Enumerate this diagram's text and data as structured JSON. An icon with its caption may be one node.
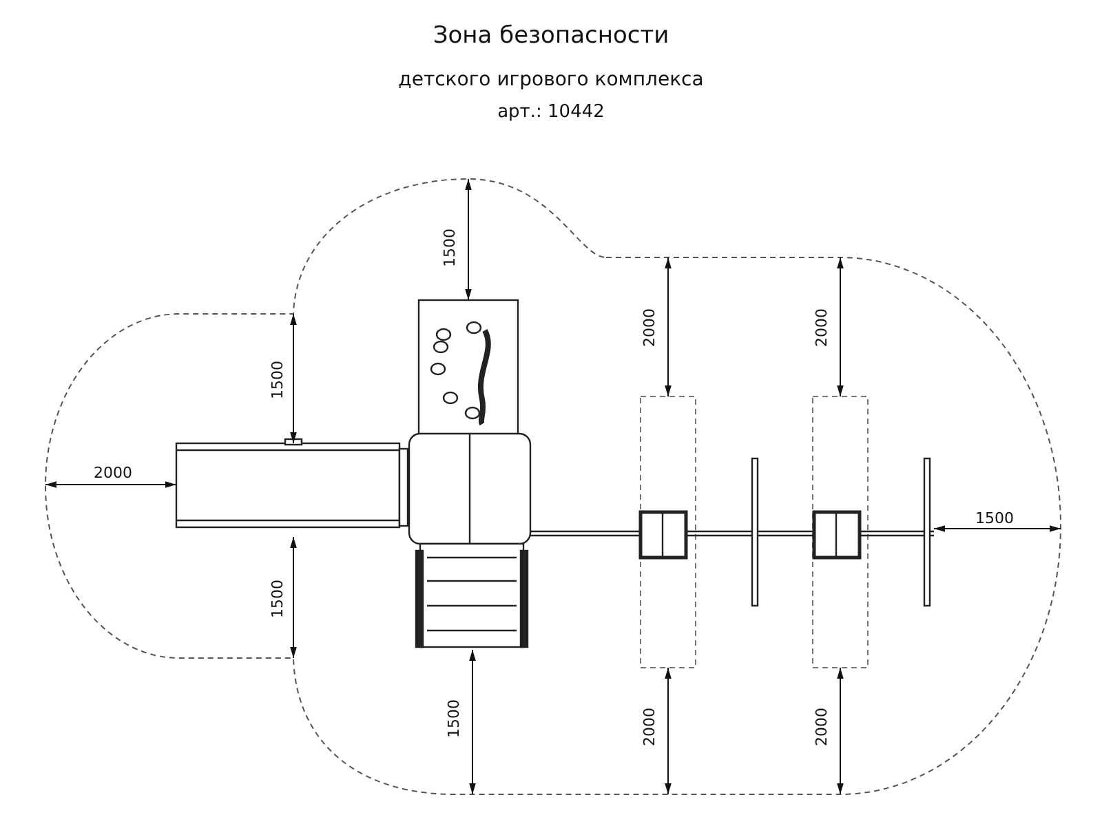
{
  "diagram": {
    "title": "Зона безопасности",
    "labels": [
      "детского игрового комплекса",
      "арт.: 10442",
      "1500",
      "1500",
      "2000",
      "2000",
      "2000",
      "1500",
      "1500",
      "1500",
      "2000",
      "2000"
    ]
  }
}
